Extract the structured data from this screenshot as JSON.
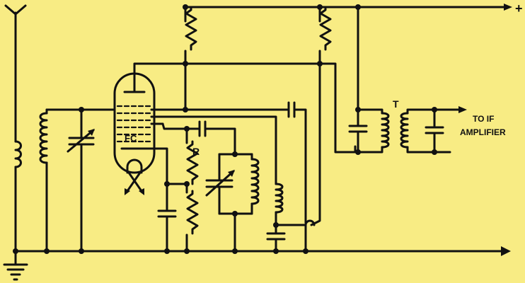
{
  "labels": {
    "plus": "+",
    "tube": "FC",
    "resistor_r": "R",
    "transformer_t": "T",
    "to_if_line1": "TO IF",
    "to_if_line2": "AMPLIFIER"
  },
  "colors": {
    "background": "#f8ec84",
    "ink": "#111111"
  },
  "icons": [
    "antenna-icon",
    "ground-icon",
    "arrow-icon"
  ]
}
